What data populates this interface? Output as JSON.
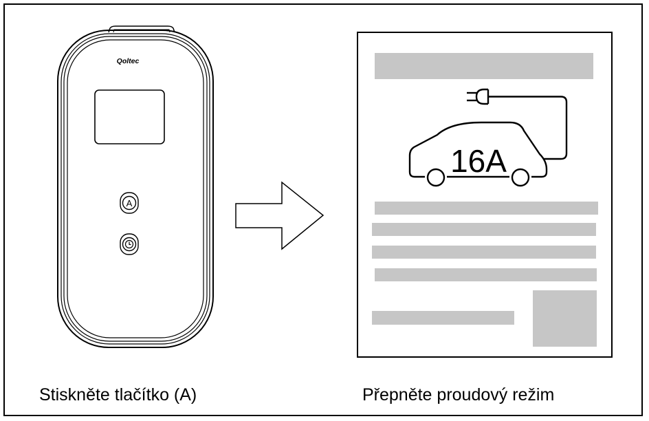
{
  "device": {
    "brand": "Qoltec",
    "button_a_symbol": "A",
    "button_timer_icon": "clock-icon"
  },
  "screen": {
    "current_value": "16A",
    "plug_icon": "plug-icon",
    "car_icon": "car-icon"
  },
  "captions": {
    "left": "Stiskněte tlačítko (A)",
    "right": "Přepněte proudový režim"
  },
  "colors": {
    "placeholder_bar": "#c6c6c6",
    "line": "#000000"
  }
}
